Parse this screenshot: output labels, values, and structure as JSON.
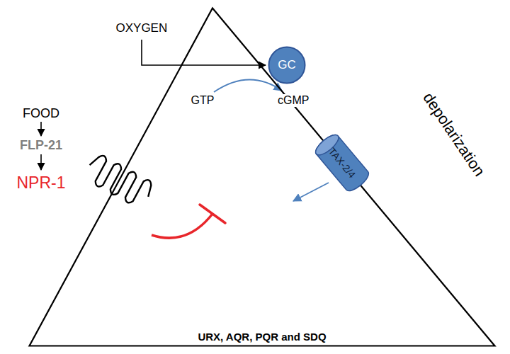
{
  "diagram": {
    "nodes": [
      {
        "text": [
          "URX, AQR, PQR and SDQ"
        ]
      },
      {
        "text": [
          "GC"
        ],
        "in": 0
      },
      {
        "text": [
          "TAX-2/4"
        ],
        "in": 0
      }
    ],
    "labels": [
      "OXYGEN",
      "FOOD",
      "FLP-21",
      "NPR-1",
      "GTP",
      "cGMP",
      "depolarization"
    ]
  }
}
